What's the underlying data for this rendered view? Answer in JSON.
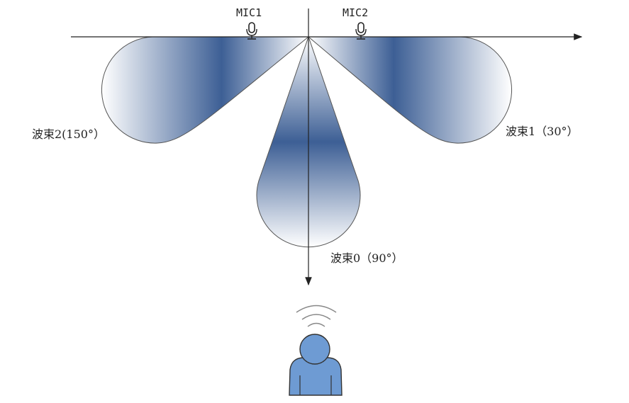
{
  "mics": [
    {
      "label": "MIC1"
    },
    {
      "label": "MIC2"
    }
  ],
  "beams": [
    {
      "label": "波束0（90°）",
      "angle_deg": 90
    },
    {
      "label": "波束1（30°）",
      "angle_deg": 30
    },
    {
      "label": "波束2(150°）",
      "angle_deg": 150
    }
  ],
  "colors": {
    "beam_dark": "#3d5f95",
    "beam_light": "#ffffff",
    "outline": "#555555",
    "axis": "#222222",
    "person": "#6e9bd3",
    "person_outline": "#333333",
    "wave": "#888888"
  },
  "icons": {
    "microphone": "microphone-icon",
    "person": "person-icon",
    "sound_waves": "sound-wave-icon"
  }
}
